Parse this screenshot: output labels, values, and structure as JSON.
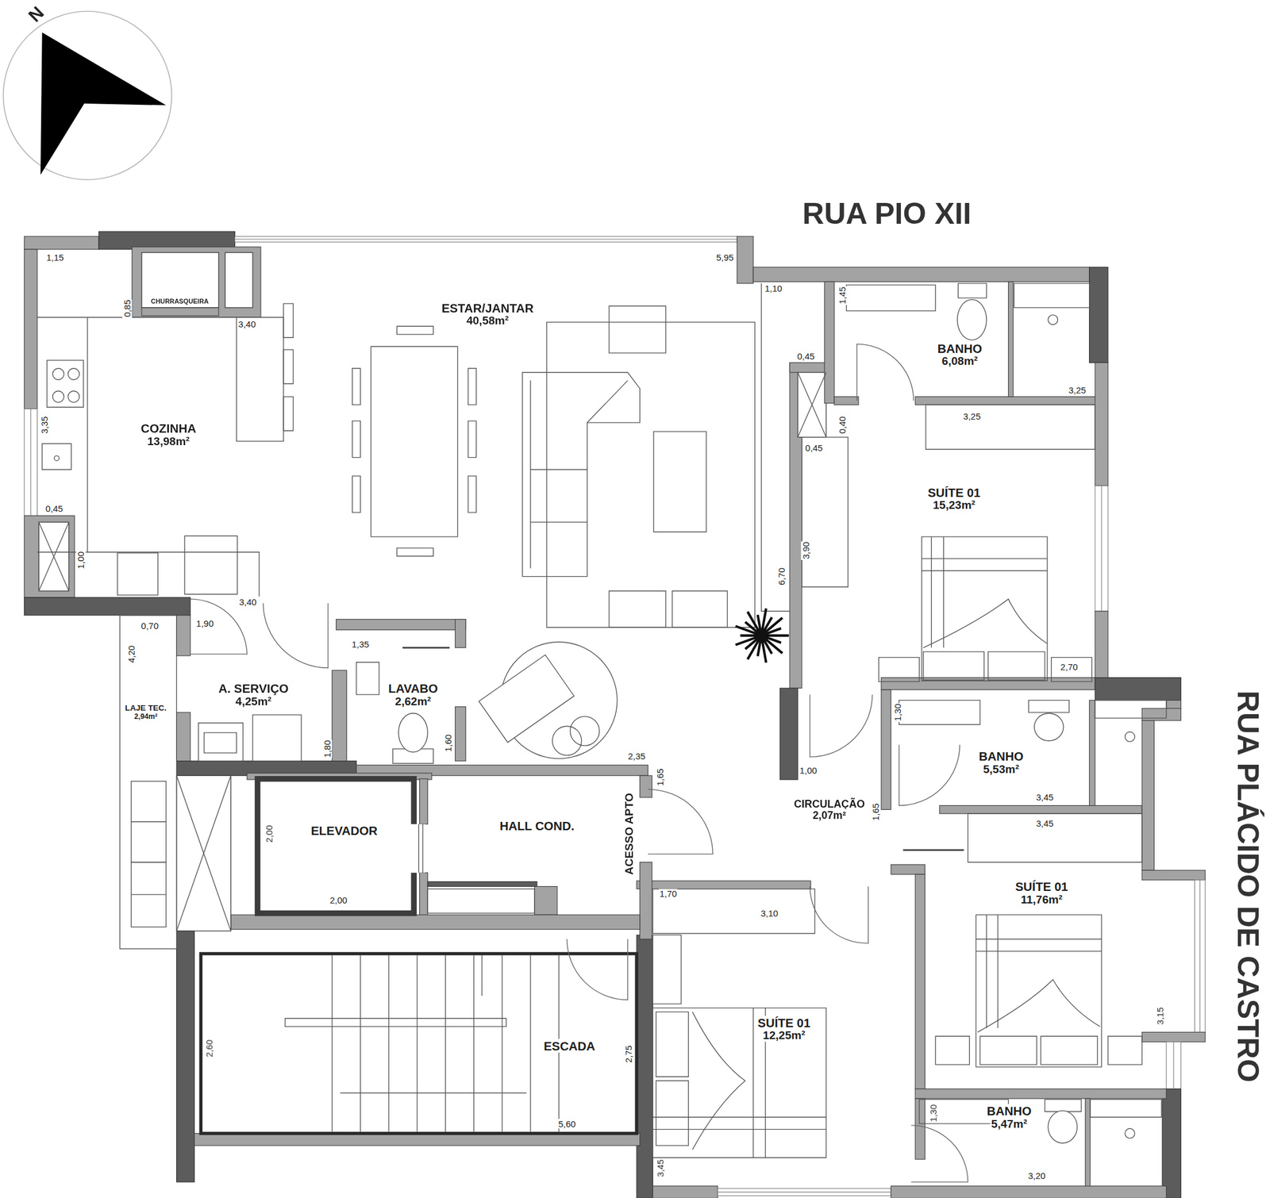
{
  "diagram": {
    "nodes": [
      {
        "text": [
          "COZINHA",
          "13,98m²"
        ]
      },
      {
        "text": [
          "ESTAR/JANTAR",
          "40,58m²"
        ]
      },
      {
        "text": [
          "BANHO",
          "6,08m²"
        ]
      },
      {
        "text": [
          "SUÍTE 01",
          "15,23m²"
        ]
      },
      {
        "text": [
          "A. SERVIÇO",
          "4,25m²"
        ]
      },
      {
        "text": [
          "LAVABO",
          "2,62m²"
        ]
      },
      {
        "text": [
          "LAJE TEC.",
          "2,94m²"
        ]
      },
      {
        "text": [
          "BANHO",
          "5,53m²"
        ]
      },
      {
        "text": [
          "CIRCULAÇÃO",
          "2,07m²"
        ]
      },
      {
        "text": [
          "ELEVADOR"
        ]
      },
      {
        "text": [
          "HALL COND."
        ]
      },
      {
        "text": [
          "SUÍTE 01",
          "11,76m²"
        ]
      },
      {
        "text": [
          "SUÍTE 01",
          "12,25m²"
        ]
      },
      {
        "text": [
          "ESCADA"
        ]
      },
      {
        "text": [
          "BANHO",
          "5,47m²"
        ]
      }
    ],
    "labels": [
      "N",
      "RUA PIO XII",
      "1,15",
      "5,95",
      "1,10",
      "1,45",
      "0,85",
      "CHURRASQUEIRA",
      "3,40",
      "0,45",
      "3,25",
      "3,25",
      "0,40",
      "3,35",
      "0,45",
      "0,45",
      "3,90",
      "1,00",
      "6,70",
      "3,40",
      "1,90",
      "0,70",
      "1,35",
      "4,20",
      "2,70",
      "1,30",
      "1,80",
      "1,60",
      "2,35",
      "1,00",
      "1,65",
      "3,45",
      "1,65",
      "3,45",
      "ACESSO APTO",
      "2,00",
      "1,70",
      "2,00",
      "3,10",
      "3,15",
      "2,60",
      "2,75",
      "1,30",
      "5,60",
      "3,45",
      "3,20",
      "RUA PLÁCIDO DE CASTRO"
    ]
  }
}
